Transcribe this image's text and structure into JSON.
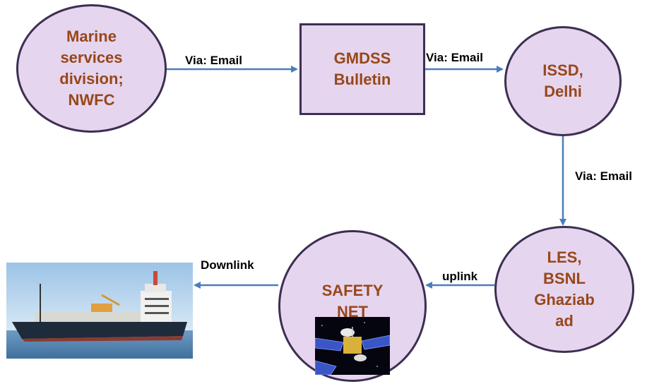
{
  "nodes": {
    "marine": "Marine\nservices\ndivision;\nNWFC",
    "gmdss": "GMDSS\nBulletin",
    "issd": "ISSD,\nDelhi",
    "les": "LES,\nBSNL\nGhaziab\nad",
    "safety": "SAFETY\nNET"
  },
  "edges": {
    "marine_to_gmdss": "Via:  Email",
    "gmdss_to_issd": "Via:  Email",
    "issd_to_les": "Via:  Email",
    "les_to_safety": "uplink",
    "safety_to_ship": "Downlink"
  },
  "colors": {
    "node_fill": "#e6d5ee",
    "node_border": "#3c2f52",
    "node_text": "#97471a",
    "arrow": "#4a7ebb"
  },
  "images": {
    "ship": "cargo-ship-photo",
    "satellite": "satellite-icon"
  }
}
